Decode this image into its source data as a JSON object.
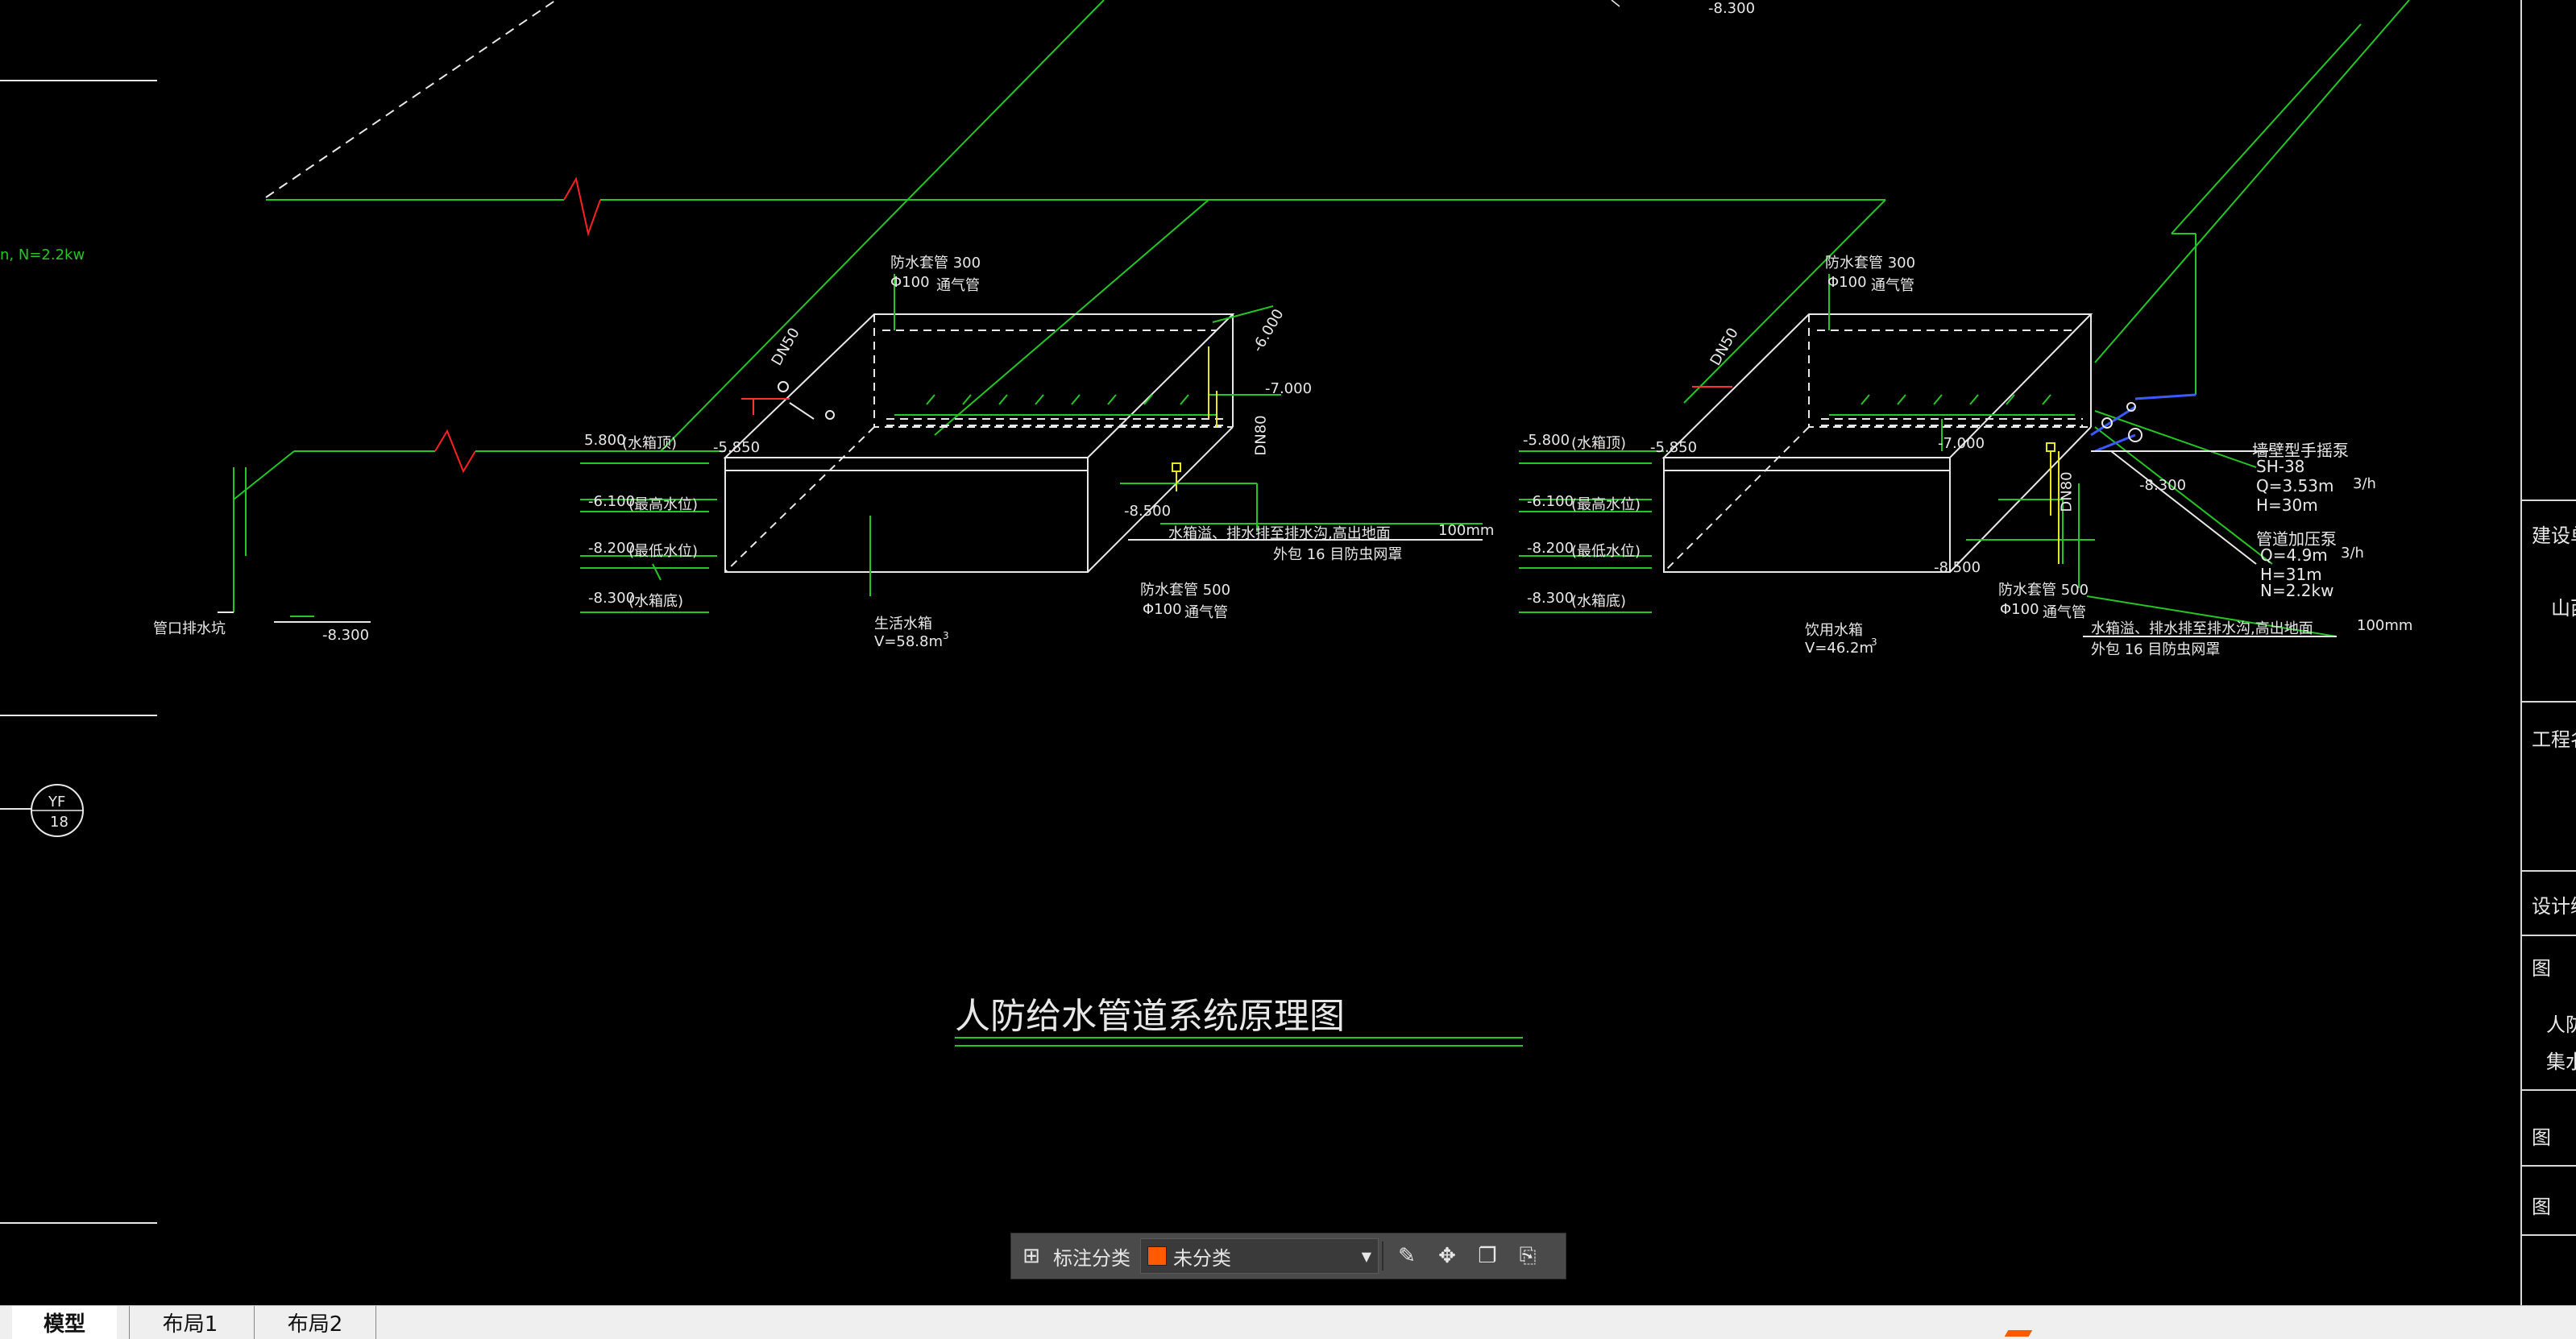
{
  "drawing": {
    "title": "人防给水管道系统原理图",
    "left_notes": {
      "pump_power": "n, N=2.2kw",
      "outlet_label": "管口排水坑",
      "outlet_elev": "-8.300",
      "axis_bubble_top": "YF",
      "axis_bubble_bottom": "18"
    },
    "tank_left": {
      "name": "生活水箱",
      "volume": "V=58.8m",
      "vol_unit_sup": "3",
      "top_pipe_label": "通气管",
      "top_pipe_dia": "Φ100",
      "top_pipe_len": "防水套管 300",
      "bottom_pipe_label": "通气管",
      "bottom_pipe_dia": "Φ100",
      "bottom_pipe_len": "防水套管 500",
      "inlet_dn": "DN50",
      "side_dn": "DN80",
      "elev_inlet": "5.800",
      "elev_inlet_note": "(水箱顶)",
      "elev_1": "-5.850",
      "elev_2": "-6.100",
      "elev_2_note": "(最高水位)",
      "elev_3": "-8.200",
      "elev_3_note": "(最低水位)",
      "elev_4": "-8.300",
      "elev_4_note": "(水箱底)",
      "elev_top_right": "-6.000",
      "elev_right": "-7.000",
      "elev_drain": "-8.500",
      "drain_note": "水箱溢、排水排至排水沟,高出地面",
      "drain_height": "100mm",
      "drain_note2": "外包 16  目防虫网罩"
    },
    "tank_right": {
      "name": "饮用水箱",
      "volume": "V=46.2m",
      "vol_unit_sup": "3",
      "top_pipe_label": "通气管",
      "top_pipe_dia": "Φ100",
      "top_pipe_len": "防水套管 300",
      "bottom_pipe_label": "通气管",
      "bottom_pipe_dia": "Φ100",
      "bottom_pipe_len": "防水套管 500",
      "inlet_dn": "DN50",
      "side_dn": "DN80",
      "elev_inlet": "-5.800",
      "elev_inlet_note": "(水箱顶)",
      "elev_1": "-5.850",
      "elev_2": "-6.100",
      "elev_2_note": "(最高水位)",
      "elev_3": "-8.200",
      "elev_3_note": "(最低水位)",
      "elev_4": "-8.300",
      "elev_4_note": "(水箱底)",
      "elev_right": "-7.000",
      "elev_far": "-8.300",
      "elev_bottom": "-8.500",
      "drain_note": "水箱溢、排水排至排水沟,高出地面",
      "drain_height": "100mm",
      "drain_note2": "外包 16  目防虫网罩"
    },
    "pump_hand": {
      "title": "墙壁型手摇泵",
      "model": "SH-38",
      "q": "Q=3.53m",
      "q_unit": "3/h",
      "h": "H=30m"
    },
    "pump_pipe": {
      "title": "管道加压泵",
      "q": "Q=4.9m",
      "q_unit": "3/h",
      "h": "H=31m",
      "n": "N=2.2kw"
    },
    "top_elev": "-8.300"
  },
  "titleblock": {
    "row1": "建设单",
    "row1_sub": "山西",
    "row2": "工程名",
    "row3": "设计编",
    "row4": "图",
    "row4_sub1": "人防",
    "row4_sub2": "集水",
    "row5": "图",
    "row6": "图"
  },
  "toolbar": {
    "grid_icon": "grid-icon",
    "label": "标注分类",
    "selected": "未分类",
    "swatch_color": "#ff5a00",
    "buttons": [
      "edit-icon",
      "move-icon",
      "copy-icon",
      "paste-icon"
    ]
  },
  "tabs": [
    {
      "label": "模型",
      "active": true
    },
    {
      "label": "布局1",
      "active": false
    },
    {
      "label": "布局2",
      "active": false
    }
  ],
  "colors": {
    "background": "#000000",
    "pipe_green": "#23c623",
    "line_white": "#e8e8e8",
    "break_red": "#ff2020",
    "accent_yellow": "#e6e61e",
    "accent_blue": "#3a5aff",
    "title_magenta": "#e03ae0"
  }
}
